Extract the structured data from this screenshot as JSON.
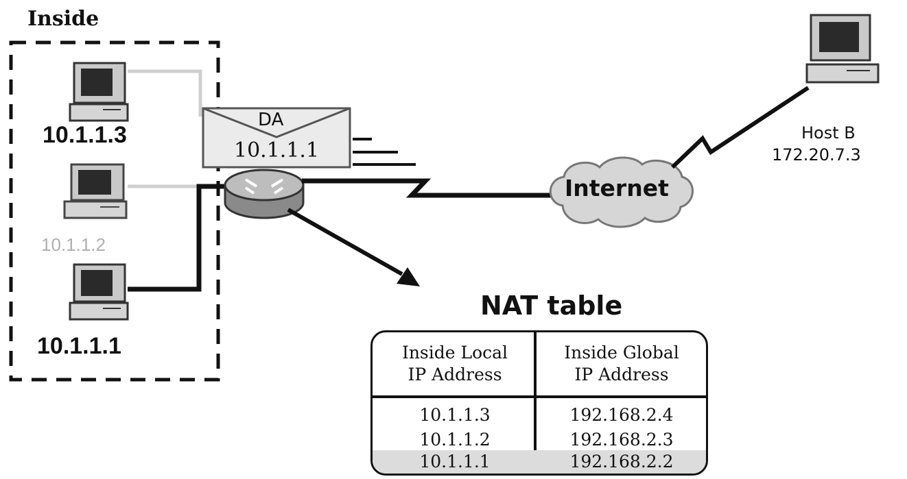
{
  "inside_label": "Inside",
  "hosts": [
    {
      "label": "10.1.1.3"
    },
    {
      "label": "10.1.1.2"
    },
    {
      "label": "10.1.1.1"
    }
  ],
  "packet": {
    "da_label": "DA",
    "address": "10.1.1.1"
  },
  "internet_label": "Internet",
  "host_b": {
    "name": "Host B",
    "ip": "172.20.7.3"
  },
  "nat_table": {
    "title": "NAT table",
    "headers": [
      [
        "Inside Local",
        "IP Address"
      ],
      [
        "Inside Global",
        "IP Address"
      ]
    ],
    "rows": [
      [
        "10.1.1.3",
        "192.168.2.4"
      ],
      [
        "10.1.1.2",
        "192.168.2.3"
      ],
      [
        "10.1.1.1",
        "192.168.2.2"
      ]
    ]
  }
}
